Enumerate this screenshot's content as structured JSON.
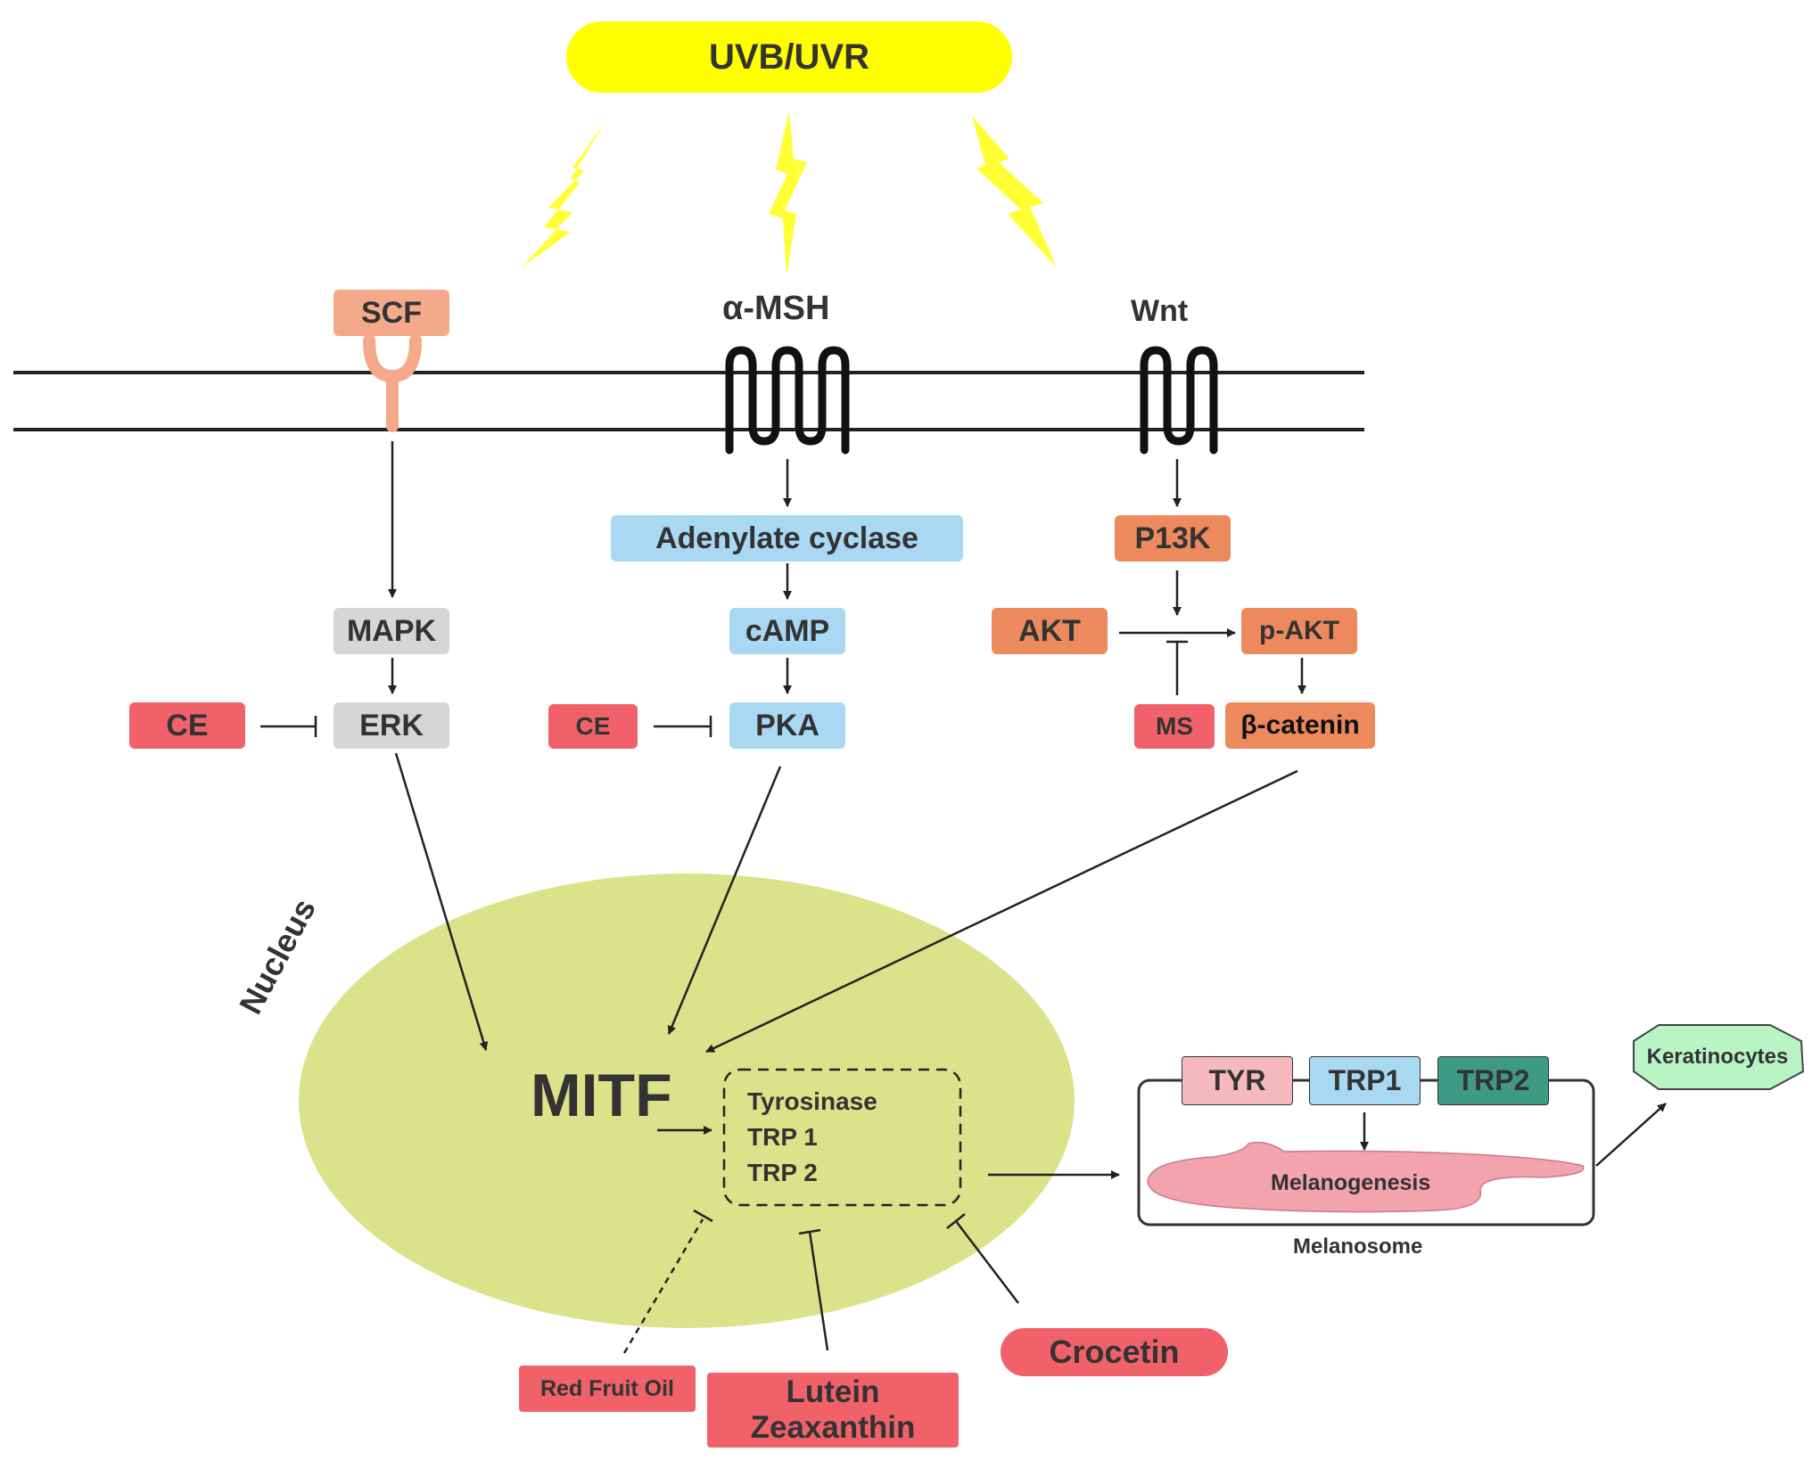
{
  "stimulus": {
    "label": "UVB/UVR",
    "color": "#ffff00"
  },
  "receptors": {
    "scf": "SCF",
    "alpha_msh": "α-MSH",
    "wnt": "Wnt"
  },
  "mapk_pathway": {
    "mapk": "MAPK",
    "erk": "ERK",
    "inhibitor": "CE"
  },
  "camp_pathway": {
    "adenylate_cyclase": "Adenylate cyclase",
    "camp": "cAMP",
    "pka": "PKA",
    "inhibitor": "CE"
  },
  "akt_pathway": {
    "p13k": "P13K",
    "akt": "AKT",
    "p_akt": "p-AKT",
    "beta_catenin": "β-catenin",
    "inhibitor": "MS"
  },
  "nucleus": {
    "label": "Nucleus",
    "mitf": "MITF",
    "targets": [
      "Tyrosinase",
      "TRP 1",
      "TRP 2"
    ]
  },
  "melanosome": {
    "label": "Melanosome",
    "enzymes": {
      "tyr": "TYR",
      "trp1": "TRP1",
      "trp2": "TRP2"
    },
    "process": "Melanogenesis",
    "destination": "Keratinocytes"
  },
  "inhibitors": {
    "red_fruit_oil": "Red Fruit Oil",
    "lutein_line1": "Lutein",
    "lutein_line2": "Zeaxanthin",
    "crocetin": "Crocetin"
  },
  "colors": {
    "gray_node": "#d6d6d6",
    "blue_node": "#a9d8f2",
    "orange_node": "#ec8a5e",
    "red_inhibitor": "#f0616a",
    "scf": "#f4a98b",
    "nucleus": "#dbe38a",
    "tyr": "#f7b9c0",
    "trp2": "#3f9a84",
    "melanogenesis": "#f2a3ad",
    "keratinocytes": "#b9f5c4"
  }
}
